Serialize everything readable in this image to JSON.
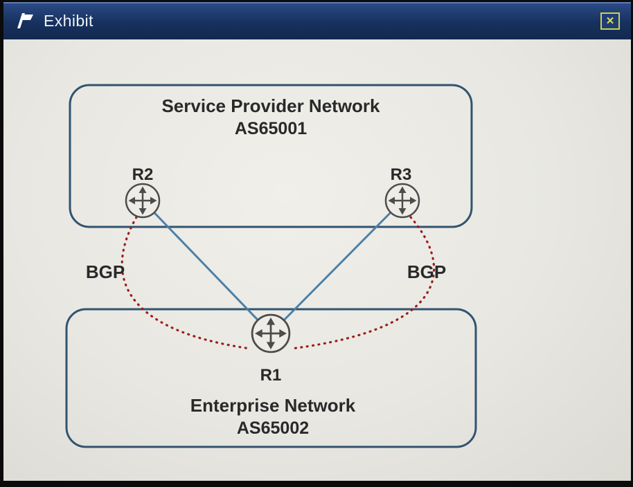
{
  "window": {
    "title": "Exhibit",
    "close_glyph": "✕"
  },
  "diagram": {
    "provider": {
      "name": "Service Provider Network",
      "asn": "AS65001"
    },
    "enterprise": {
      "name": "Enterprise Network",
      "asn": "AS65002"
    },
    "routers": {
      "r1": "R1",
      "r2": "R2",
      "r3": "R3"
    },
    "bgp_left": "BGP",
    "bgp_right": "BGP"
  },
  "colors": {
    "titlebar": "#17315f",
    "title_text": "#eef2f8",
    "close_accent": "#ccd24d",
    "box_border": "#31536f",
    "physical_link": "#4d80a6",
    "bgp_session": "#9b1b1b",
    "canvas_background": "#e8e7e2",
    "diagram_text": "#292929"
  }
}
